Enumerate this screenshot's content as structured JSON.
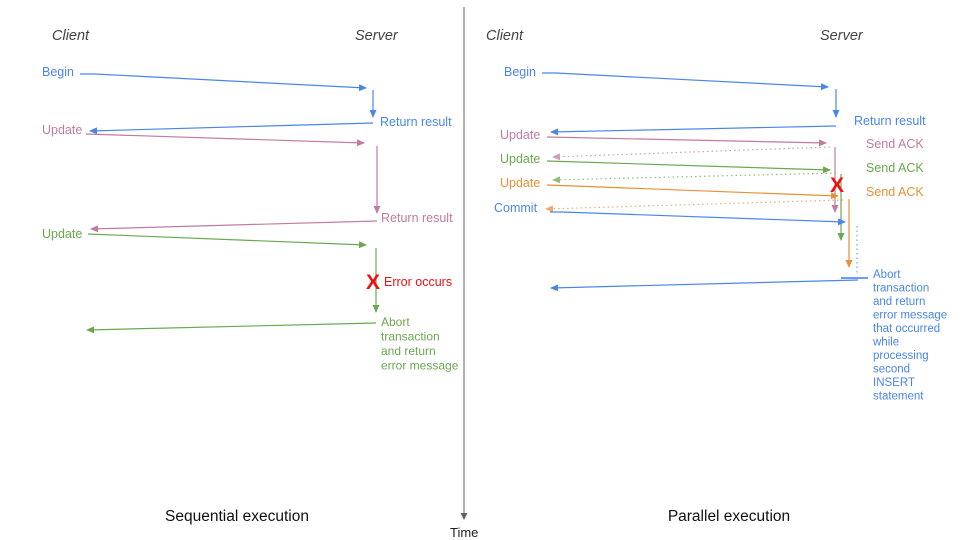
{
  "palette": {
    "blue": "#4a86e8",
    "pink": "#c27ba0",
    "green": "#6aa84f",
    "orange": "#e69138",
    "red": "#ee1111",
    "header_gray": "#434343",
    "axis_gray": "#5f6368"
  },
  "axis": {
    "label": "Time"
  },
  "left": {
    "caption": "Sequential execution",
    "client": "Client",
    "server": "Server",
    "begin": "Begin",
    "return1": "Return result",
    "update1": "Update",
    "return2": "Return result",
    "update2": "Update",
    "x_mark": "X",
    "error": "Error occurs",
    "abort_lines": [
      "Abort",
      "transaction",
      "and return",
      "error message"
    ]
  },
  "right": {
    "caption": "Parallel execution",
    "client": "Client",
    "server": "Server",
    "begin": "Begin",
    "return1": "Return result",
    "update1": "Update",
    "ack1": "Send ACK",
    "update2": "Update",
    "ack2": "Send ACK",
    "update3": "Update",
    "ack3": "Send ACK",
    "commit": "Commit",
    "x_mark": "X",
    "abort_lines": [
      "Abort",
      "transaction",
      "and return",
      "error message",
      "that occurred",
      "while",
      "processing",
      "second",
      "INSERT",
      "statement"
    ]
  }
}
